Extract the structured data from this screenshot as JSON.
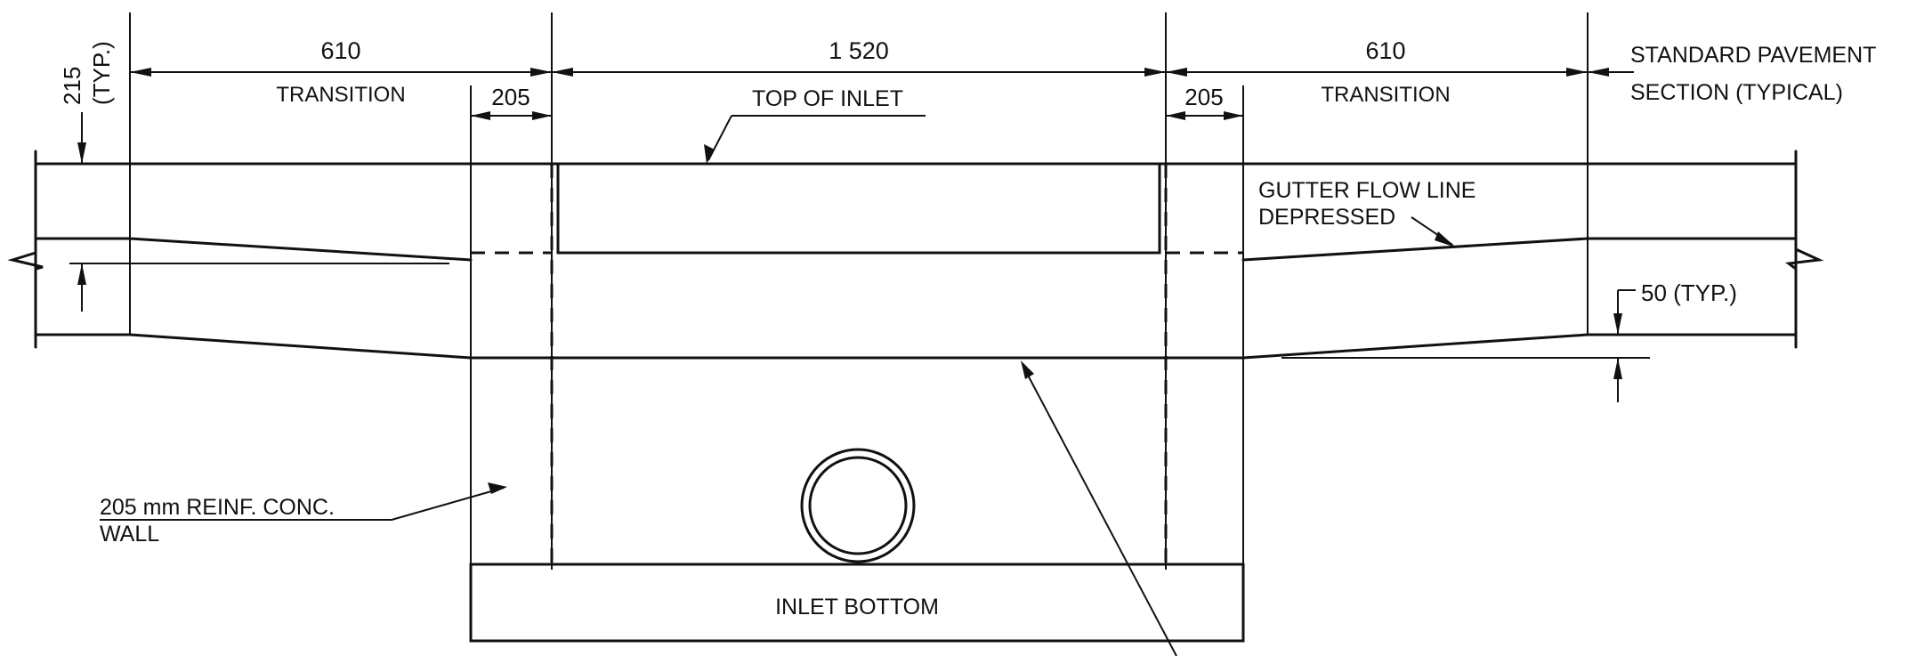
{
  "dimensions": {
    "left_transition": "610",
    "inlet_width": "1 520",
    "right_transition": "610",
    "left_wall": "205",
    "right_wall": "205",
    "pavement_thickness": "215",
    "pavement_thickness_note": "(TYP.)",
    "depression": "50 (TYP.)"
  },
  "labels": {
    "left_transition": "TRANSITION",
    "right_transition": "TRANSITION",
    "top_of_inlet": "TOP OF INLET",
    "standard_pavement_line1": "STANDARD PAVEMENT",
    "standard_pavement_line2": "SECTION (TYPICAL)",
    "gutter_line1": "GUTTER FLOW LINE",
    "gutter_line2": "DEPRESSED",
    "wall_line1": "205 mm REINF. CONC.",
    "wall_line2": "WALL",
    "inlet_bottom": "INLET BOTTOM"
  }
}
